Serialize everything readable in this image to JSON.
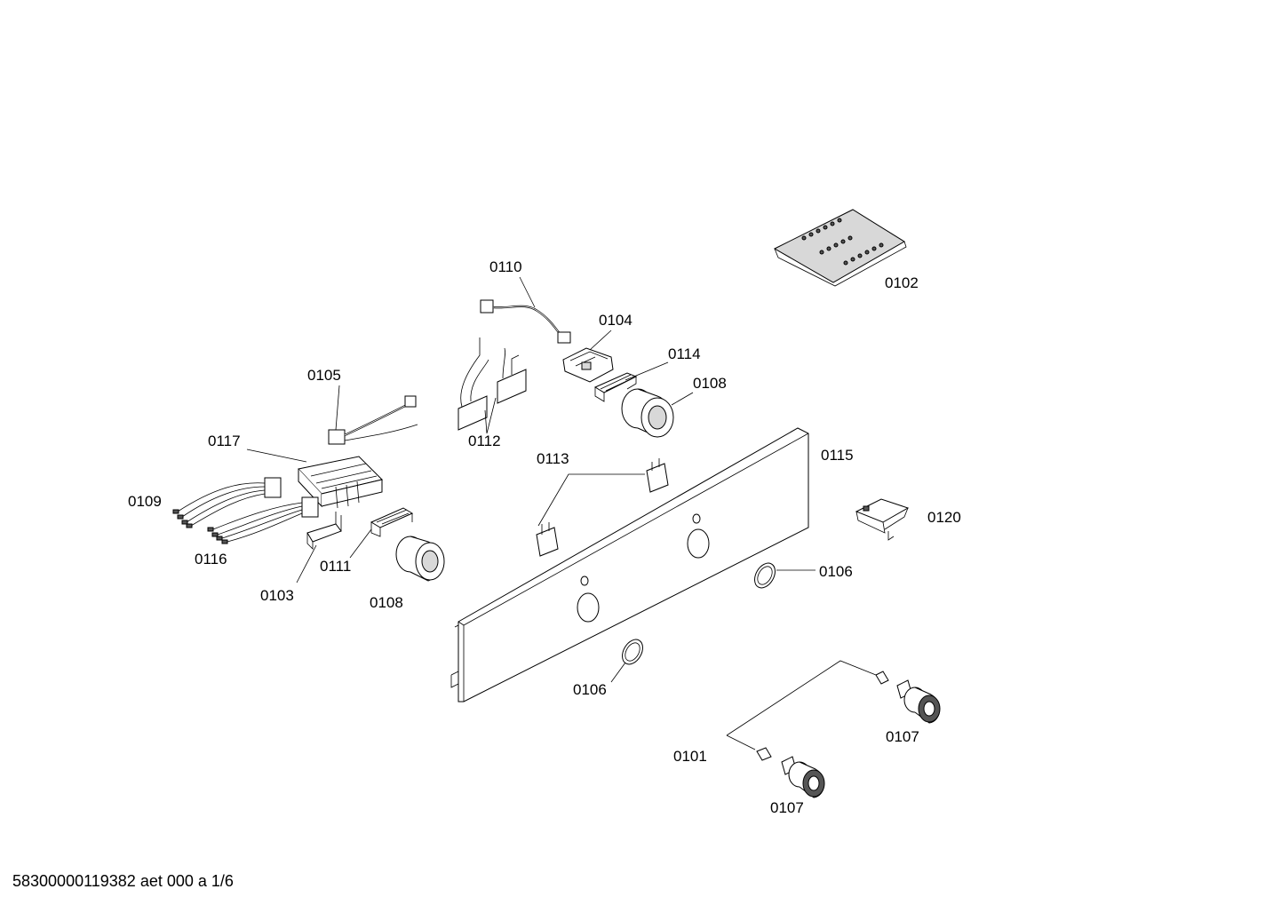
{
  "labels": {
    "p0101": "0101",
    "p0102": "0102",
    "p0103": "0103",
    "p0104": "0104",
    "p0105": "0105",
    "p0106a": "0106",
    "p0106b": "0106",
    "p0107a": "0107",
    "p0107b": "0107",
    "p0108a": "0108",
    "p0108b": "0108",
    "p0109": "0109",
    "p0110": "0110",
    "p0111": "0111",
    "p0112": "0112",
    "p0113": "0113",
    "p0114": "0114",
    "p0115": "0115",
    "p0116": "0116",
    "p0117": "0117",
    "p0120": "0120"
  },
  "footer": "58300000119382 aet 000 a 1/6"
}
